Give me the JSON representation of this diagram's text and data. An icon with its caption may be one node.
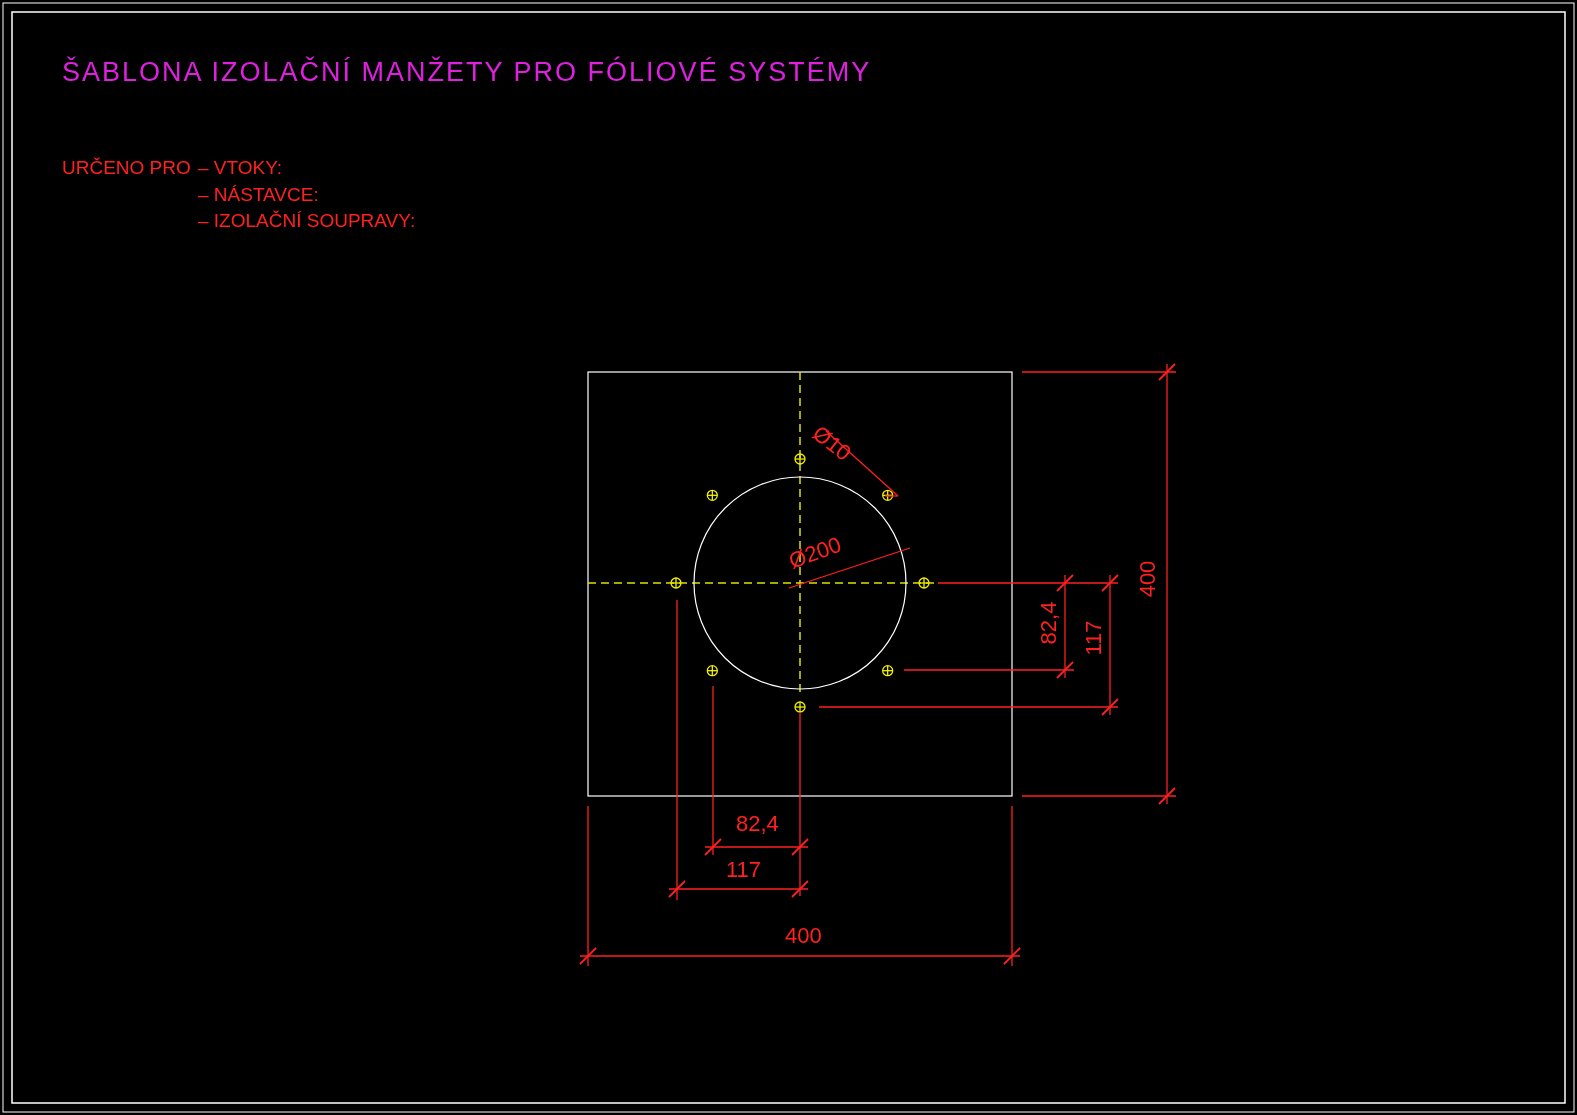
{
  "diagram": {
    "title": "ŠABLONA IZOLAČNÍ MANŽETY PRO FÓLIOVÉ SYSTÉMY",
    "labels": [
      "URČENO PRO",
      "– VTOKY:",
      "– NÁSTAVCE:",
      "– IZOLAČNÍ SOUPRAVY:",
      "Ø10",
      "Ø200",
      "400",
      "82,4",
      "117",
      "82,4",
      "117",
      "400"
    ]
  }
}
